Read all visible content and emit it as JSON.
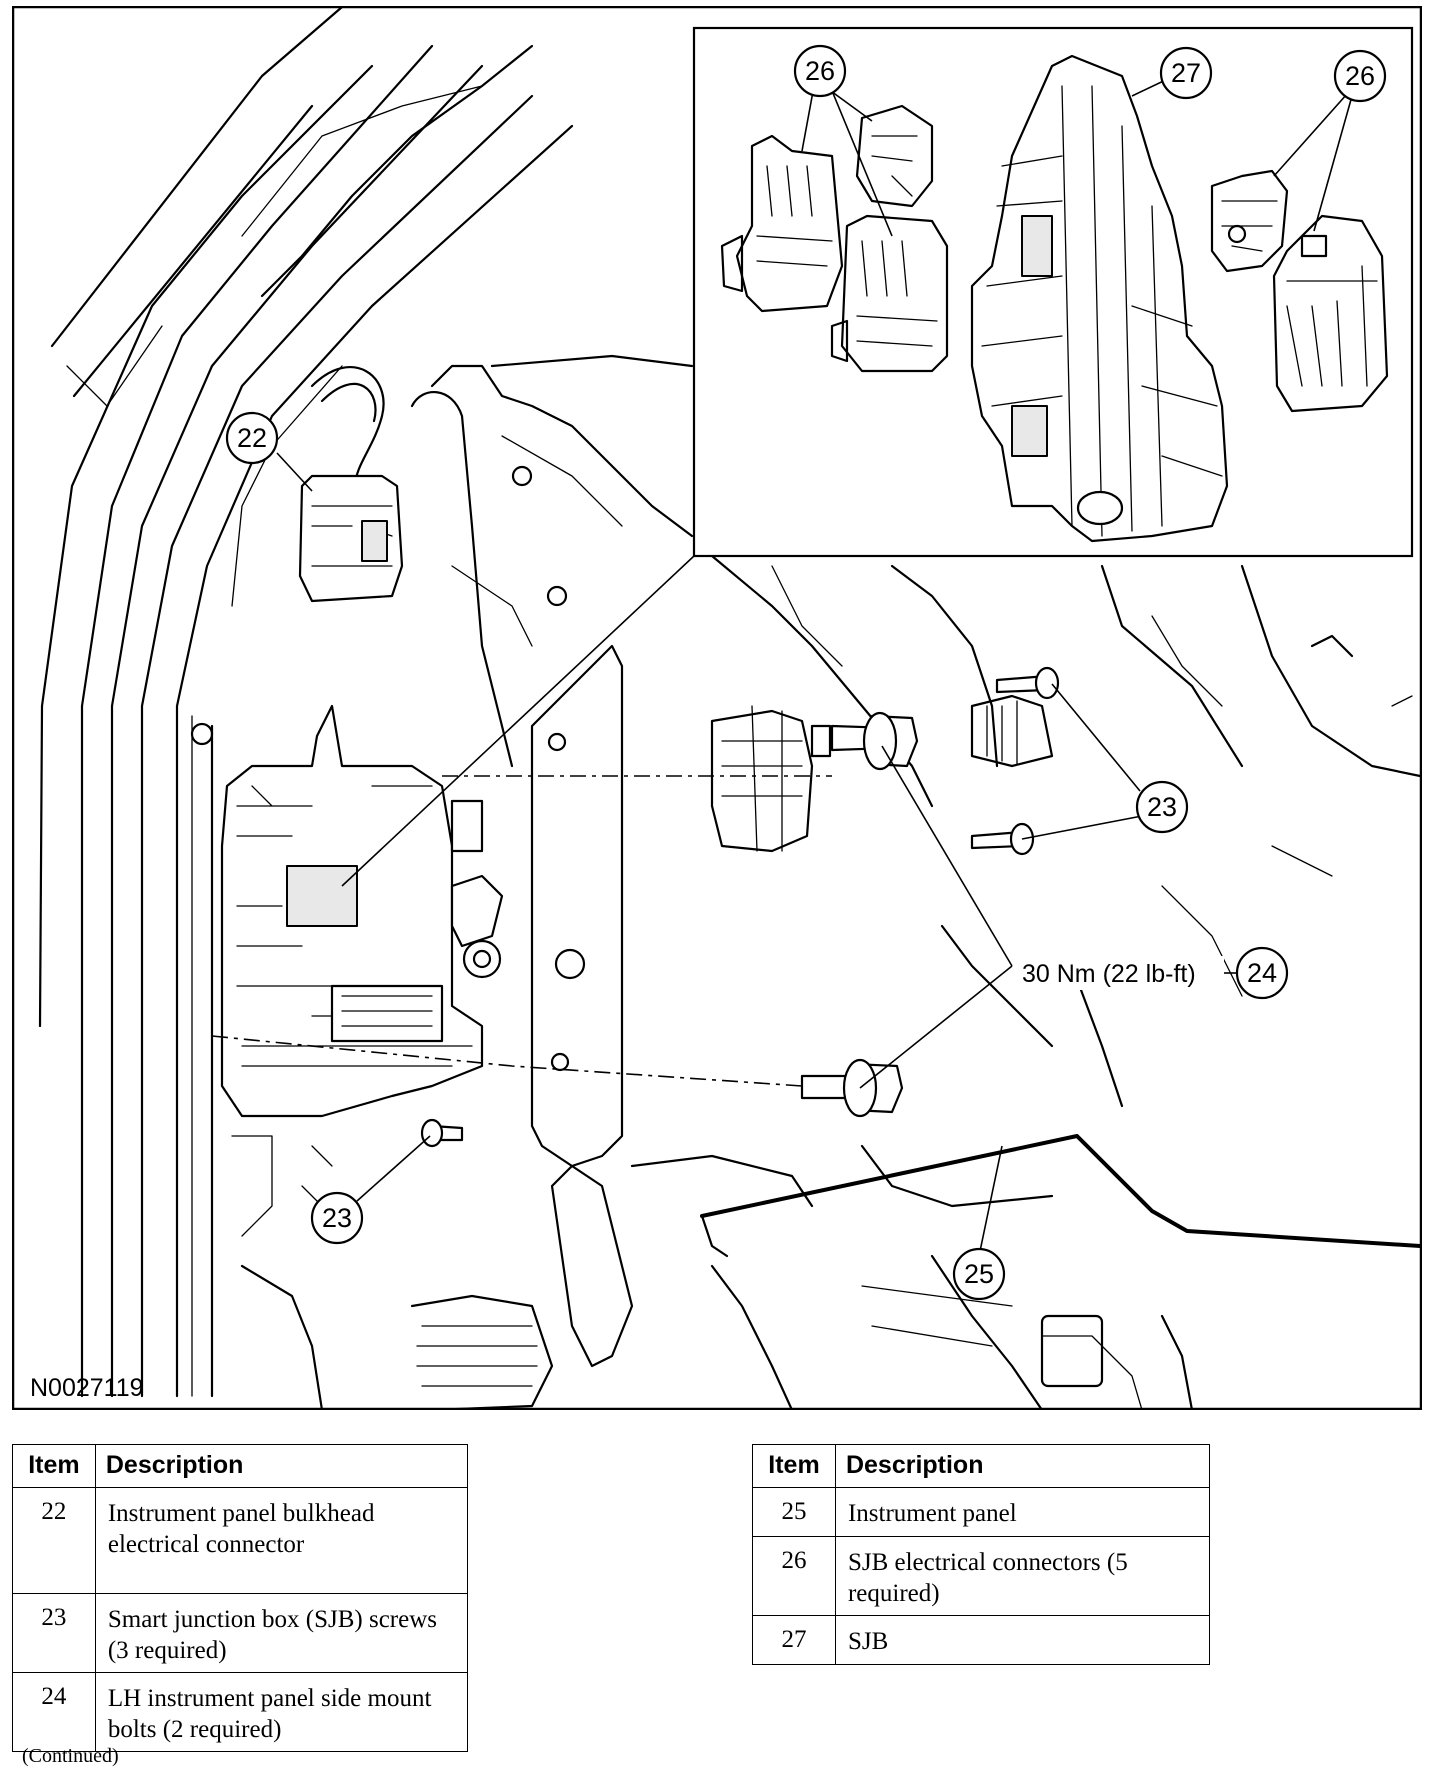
{
  "figure": {
    "figure_id": "N0027119",
    "torque_spec": "30 Nm (22 lb-ft)",
    "callouts": {
      "c22": "22",
      "c23a": "23",
      "c23b": "23",
      "c24": "24",
      "c25": "25",
      "c26a": "26",
      "c26b": "26",
      "c27": "27"
    }
  },
  "tables": {
    "left": {
      "header_item": "Item",
      "header_description": "Description",
      "rows": [
        {
          "item": "22",
          "description": "Instrument panel bulkhead electrical connector"
        },
        {
          "item": "23",
          "description": "Smart junction box (SJB) screws (3 required)"
        },
        {
          "item": "24",
          "description": "LH instrument panel side mount bolts (2 required)"
        }
      ]
    },
    "right": {
      "header_item": "Item",
      "header_description": "Description",
      "rows": [
        {
          "item": "25",
          "description": "Instrument panel"
        },
        {
          "item": "26",
          "description": "SJB electrical connectors (5 required)"
        },
        {
          "item": "27",
          "description": "SJB"
        }
      ]
    }
  },
  "footer": {
    "continued": "(Continued)"
  }
}
